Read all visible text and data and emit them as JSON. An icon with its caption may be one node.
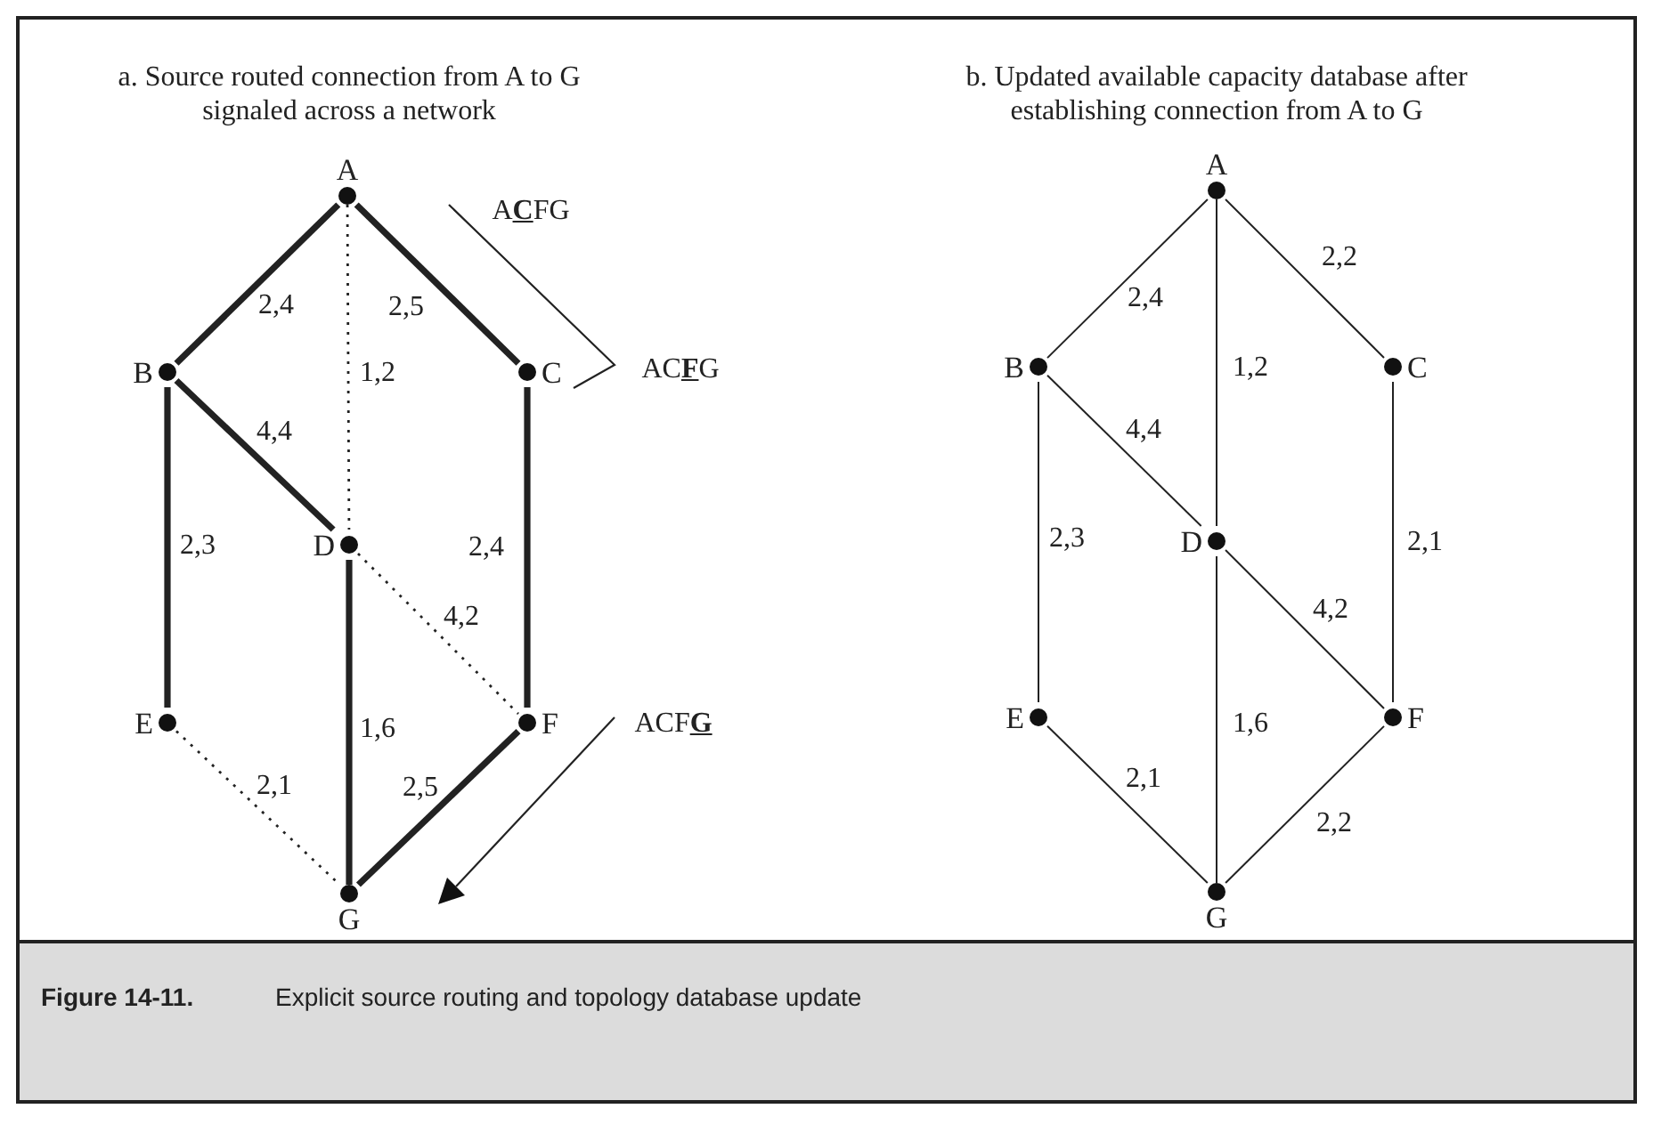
{
  "diagram": {
    "caption": "**Figure 14-11.** Explicit source routing and topology database update",
    "nodes": [
      {
        "text": [
          "A"
        ]
      },
      {
        "text": [
          "B"
        ]
      },
      {
        "text": [
          "C"
        ]
      },
      {
        "text": [
          "D"
        ]
      },
      {
        "text": [
          "E"
        ]
      },
      {
        "text": [
          "F"
        ]
      },
      {
        "text": [
          "G"
        ]
      },
      {
        "text": [
          "A"
        ]
      },
      {
        "text": [
          "B"
        ]
      },
      {
        "text": [
          "C"
        ]
      },
      {
        "text": [
          "D"
        ]
      },
      {
        "text": [
          "E"
        ]
      },
      {
        "text": [
          "F"
        ]
      },
      {
        "text": [
          "G"
        ]
      }
    ],
    "edges": [
      {
        "from": 0,
        "to": 1,
        "arrow": "none",
        "label": "2,4",
        "style": "thick"
      },
      {
        "from": 0,
        "to": 2,
        "arrow": "none",
        "label": "2,5",
        "style": "thick"
      },
      {
        "from": 0,
        "to": 3,
        "arrow": "none",
        "label": "1,2",
        "style": "dashed"
      },
      {
        "from": 1,
        "to": 3,
        "arrow": "none",
        "label": "4,4",
        "style": "thick"
      },
      {
        "from": 1,
        "to": 4,
        "arrow": "none",
        "label": "2,3",
        "style": "thick"
      },
      {
        "from": 2,
        "to": 5,
        "arrow": "none",
        "label": "2,4",
        "style": "thick"
      },
      {
        "from": 3,
        "to": 5,
        "arrow": "none",
        "label": "4,2",
        "style": "dashed"
      },
      {
        "from": 3,
        "to": 6,
        "arrow": "none",
        "label": "1,6",
        "style": "thick"
      },
      {
        "from": 4,
        "to": 6,
        "arrow": "none",
        "label": "2,1",
        "style": "dashed"
      },
      {
        "from": 5,
        "to": 6,
        "arrow": "none",
        "label": "2,5",
        "style": "thick"
      },
      {
        "from": 7,
        "to": 8,
        "arrow": "none",
        "label": "2,4"
      },
      {
        "from": 7,
        "to": 9,
        "arrow": "none",
        "label": "2,2"
      },
      {
        "from": 7,
        "to": 10,
        "arrow": "none",
        "label": "1,2"
      },
      {
        "from": 8,
        "to": 10,
        "arrow": "none",
        "label": "4,4"
      },
      {
        "from": 8,
        "to": 11,
        "arrow": "none",
        "label": "2,3"
      },
      {
        "from": 9,
        "to": 12,
        "arrow": "none",
        "label": "2,1"
      },
      {
        "from": 10,
        "to": 12,
        "arrow": "none",
        "label": "4,2"
      },
      {
        "from": 10,
        "to": 13,
        "arrow": "none",
        "label": "1,6"
      },
      {
        "from": 11,
        "to": 13,
        "arrow": "none",
        "label": "2,1"
      },
      {
        "from": 12,
        "to": 13,
        "arrow": "none",
        "label": "2,2"
      }
    ],
    "labels": [
      "a. Source routed connection from A to G signaled across a network",
      "b. Updated available capacity database after establishing connection from A to G",
      "A**C**FG",
      "AC**F**G",
      "ACF**G**"
    ]
  }
}
